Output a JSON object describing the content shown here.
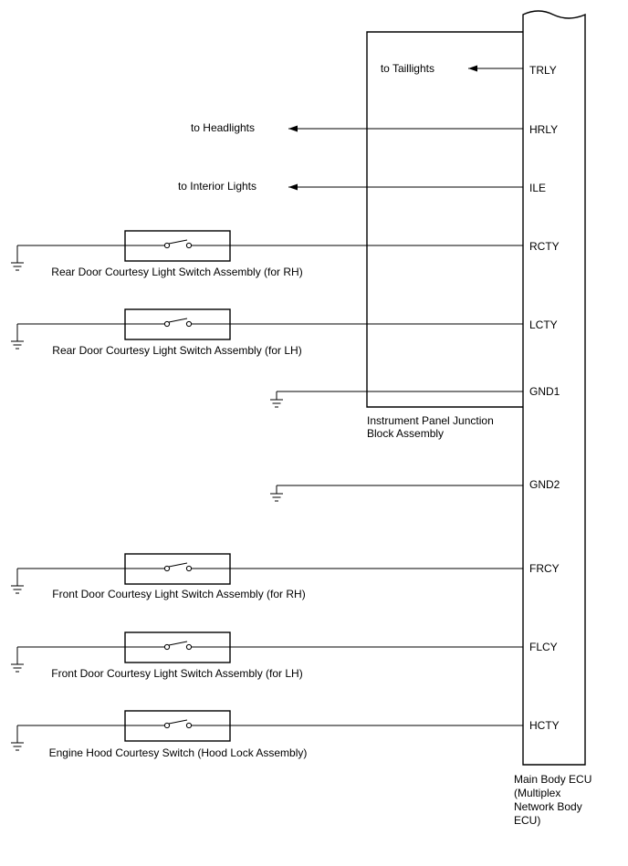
{
  "ecu": {
    "label_lines": [
      "Main Body ECU",
      "(Multiplex",
      "Network Body",
      "ECU)"
    ]
  },
  "junction_block": {
    "label_lines": [
      "Instrument Panel Junction",
      "Block Assembly"
    ]
  },
  "outputs": [
    {
      "pin": "TRLY",
      "label": "to Taillights"
    },
    {
      "pin": "HRLY",
      "label": "to Headlights"
    },
    {
      "pin": "ILE",
      "label": "to Interior Lights"
    }
  ],
  "switches": [
    {
      "pin": "RCTY",
      "label": "Rear Door Courtesy Light Switch Assembly (for RH)"
    },
    {
      "pin": "LCTY",
      "label": "Rear Door Courtesy Light Switch Assembly (for LH)"
    },
    {
      "pin": "FRCY",
      "label": "Front Door Courtesy Light Switch Assembly (for RH)"
    },
    {
      "pin": "FLCY",
      "label": "Front Door Courtesy Light Switch Assembly (for LH)"
    },
    {
      "pin": "HCTY",
      "label": "Engine Hood Courtesy Switch (Hood Lock Assembly)"
    }
  ],
  "grounds": [
    {
      "pin": "GND1"
    },
    {
      "pin": "GND2"
    }
  ]
}
